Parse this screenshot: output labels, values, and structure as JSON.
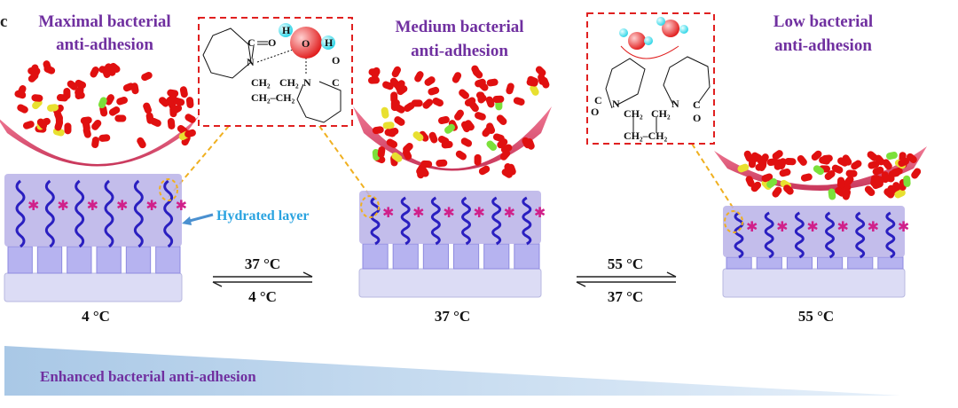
{
  "panel_label": "c",
  "states": [
    {
      "title_line1": "Maximal bacterial",
      "title_line2": "anti-adhesion",
      "temperature": "4 °C"
    },
    {
      "title_line1": "Medium bacterial",
      "title_line2": "anti-adhesion",
      "temperature": "37 °C"
    },
    {
      "title_line1": "Low bacterial",
      "title_line2": "anti-adhesion",
      "temperature": "55 °C"
    }
  ],
  "hydrated_layer_label": "Hydrated layer",
  "transitions": [
    {
      "forward": "37 °C",
      "reverse": "4 °C"
    },
    {
      "forward": "55 °C",
      "reverse": "37 °C"
    }
  ],
  "gradient_label": "Enhanced bacterial anti-adhesion",
  "chem_box1": {
    "c": "C",
    "o": "O",
    "n1": "N",
    "n2": "N",
    "ch2a": "CH₂",
    "ch2b": "CH₂–CH₂",
    "ch2c": "CH₂",
    "c2": "C",
    "o2": "O",
    "h1": "H",
    "h2": "H",
    "ow": "O"
  },
  "chem_box2": {
    "c": "C",
    "o": "O",
    "n1": "N",
    "n2": "N",
    "ch2a": "CH₂",
    "ch2b": "CH₂–CH₂",
    "ch2c": "CH₂",
    "c2": "C",
    "o2": "O"
  },
  "colors": {
    "title": "#7030a0",
    "hydrated": "#2aa3e0",
    "box_border": "#e02020",
    "bacteria": "#e01010",
    "layer": "#b9b2e8"
  }
}
